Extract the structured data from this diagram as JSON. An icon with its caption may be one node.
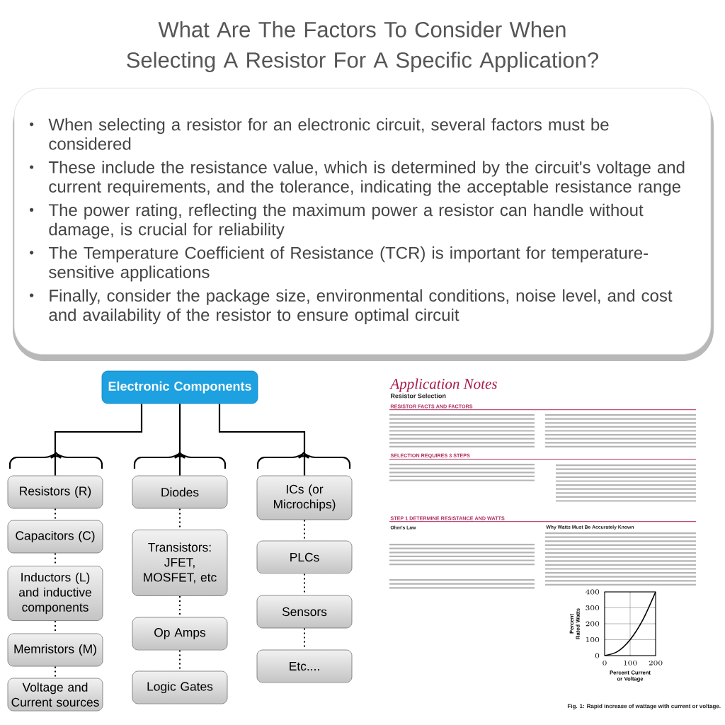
{
  "diagram": {
    "title": "What Are The Factors To Consider When Selecting A Resistor For A Specific Application?",
    "nodes": [
      {
        "text": [
          "When selecting a resistor for an electronic circuit, several factors must be considered",
          "These include the resistance value, which is determined by the circuit's voltage and current requirements, and the tolerance, indicating the acceptable resistance range",
          "The power rating, reflecting the maximum power a resistor can handle without damage, is crucial for reliability",
          "The Temperature Coefficient of Resistance (TCR) is important for temperature-sensitive applications",
          "Finally, consider the package size, environmental conditions, noise level, and cost and availability of the resistor to ensure optimal circuit"
        ]
      },
      {
        "text": [
          "Electronic Components"
        ]
      },
      {
        "text": [
          "Resistors (R)"
        ]
      },
      {
        "text": [
          "Capacitors (C)"
        ]
      },
      {
        "text": [
          "Inductors (L) and inductive components"
        ]
      },
      {
        "text": [
          "Memristors (M)"
        ]
      },
      {
        "text": [
          "Voltage and Current sources"
        ]
      },
      {
        "text": [
          "Diodes"
        ]
      },
      {
        "text": [
          "Transistors: JFET, MOSFET, etc"
        ]
      },
      {
        "text": [
          "Op Amps"
        ]
      },
      {
        "text": [
          "Logic Gates"
        ]
      },
      {
        "text": [
          "ICs (or Microchips)"
        ]
      },
      {
        "text": [
          "PLCs"
        ]
      },
      {
        "text": [
          "Sensors"
        ]
      },
      {
        "text": [
          "Etc...."
        ]
      }
    ],
    "edges": [
      {
        "from": 1,
        "to": 2,
        "arrow": "none"
      },
      {
        "from": 1,
        "to": 7,
        "arrow": "none"
      },
      {
        "from": 1,
        "to": 11,
        "arrow": "none"
      },
      {
        "from": 2,
        "to": 3,
        "arrow": "none",
        "style": "dashed"
      },
      {
        "from": 3,
        "to": 4,
        "arrow": "none",
        "style": "dashed"
      },
      {
        "from": 4,
        "to": 5,
        "arrow": "none",
        "style": "dashed"
      },
      {
        "from": 5,
        "to": 6,
        "arrow": "none",
        "style": "dashed"
      },
      {
        "from": 7,
        "to": 8,
        "arrow": "none",
        "style": "dashed"
      },
      {
        "from": 8,
        "to": 9,
        "arrow": "none",
        "style": "dashed"
      },
      {
        "from": 9,
        "to": 10,
        "arrow": "none",
        "style": "dashed"
      },
      {
        "from": 11,
        "to": 12,
        "arrow": "none",
        "style": "dashed"
      },
      {
        "from": 12,
        "to": 13,
        "arrow": "none",
        "style": "dashed"
      },
      {
        "from": 13,
        "to": 14,
        "arrow": "none",
        "style": "dashed"
      }
    ],
    "labels": [
      "Application Notes",
      "Resistor Selection",
      "RESISTOR FACTS AND FACTORS",
      "SELECTION REQUIRES 3 STEPS",
      "STEP 1 DETERMINE RESISTANCE AND WATTS",
      "Ohm's Law",
      "Why Watts Must Be Accurately Known",
      "Fig. 1: Rapid increase of wattage with current or voltage."
    ],
    "chart_data": {
      "type": "line",
      "xlabel": "Percent Current or Voltage",
      "ylabel": "Percent Rated Watts",
      "x": [
        0,
        50,
        100,
        150,
        200
      ],
      "values": [
        0,
        25,
        100,
        225,
        400
      ],
      "grid": true,
      "xlim": [
        0,
        200
      ],
      "ylim": [
        0,
        400
      ],
      "xticks": [
        0,
        100,
        200
      ],
      "yticks": [
        0,
        100,
        200,
        300,
        400
      ]
    }
  }
}
